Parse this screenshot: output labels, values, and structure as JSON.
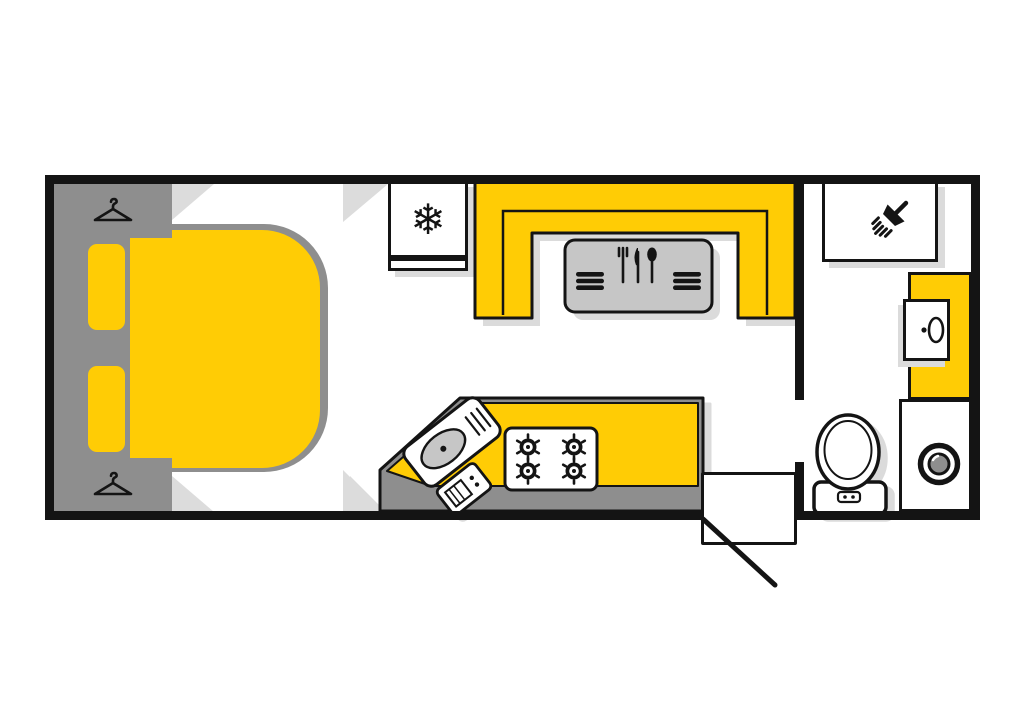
{
  "colors": {
    "floor": "#ffffff",
    "wall": "#141414",
    "yellow": "#ffcc05",
    "dark_gray": "#8e8e8e",
    "light_gray": "#dcdcdc",
    "table_gray": "#c6c6c6",
    "shadow_gray": "#dbdbdb"
  },
  "glyphs": {
    "snowflake": "❄"
  },
  "fixtures": [
    {
      "area": "bedroom",
      "items": [
        "wardrobe-with-hanger",
        "bed-platform",
        "mattress",
        "two-pillows",
        "wardrobe-with-hanger",
        "corner-cabinets"
      ]
    },
    {
      "area": "dinette",
      "items": [
        "u-shaped-lounge",
        "table",
        "cutlery-icon",
        "placemat-icons"
      ]
    },
    {
      "area": "kitchen",
      "items": [
        "fridge-with-snowflake",
        "angled-benchtop",
        "sink",
        "microwave",
        "four-burner-cooktop"
      ]
    },
    {
      "area": "bathroom",
      "items": [
        "shower",
        "vanity-with-basin",
        "toilet",
        "washing-machine"
      ]
    },
    {
      "area": "entry",
      "items": [
        "entry-step",
        "open-door-swing"
      ]
    }
  ]
}
